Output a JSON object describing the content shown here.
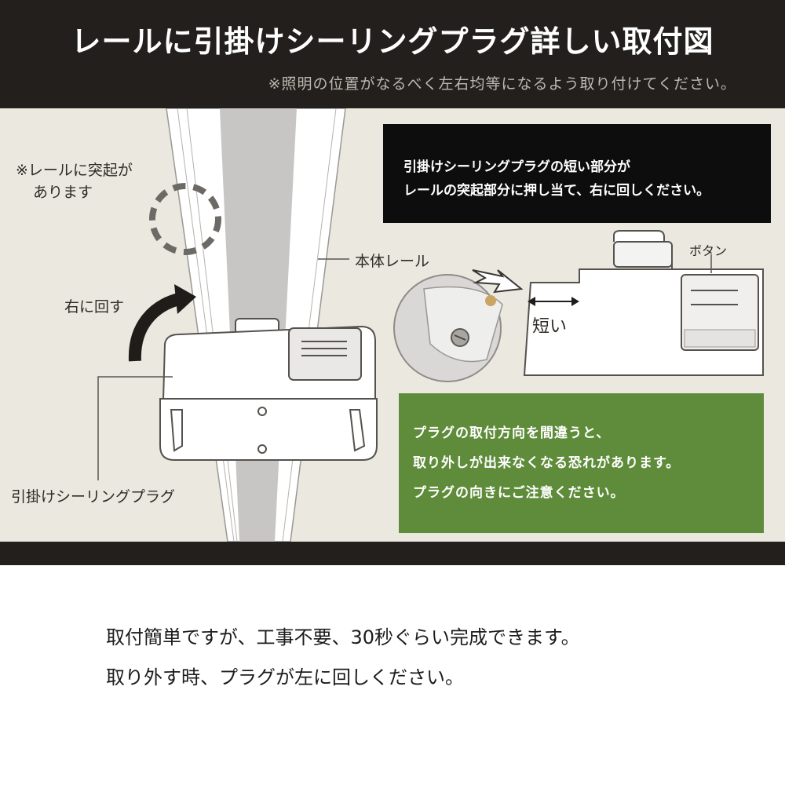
{
  "header": {
    "title": "レールに引掛けシーリングプラグ詳しい取付図",
    "note": "※照明の位置がなるべく左右均等になるよう取り付けてください。"
  },
  "diagram": {
    "protrusion_note": [
      "※レールに突起が",
      "あります"
    ],
    "rail_label": "本体レール",
    "rotate_label": "右に回す",
    "plug_label": "引掛けシーリングプラグ",
    "button_label": "ボタン",
    "short_label": "短い"
  },
  "instruction_box": {
    "lines": [
      "引掛けシーリングプラグの短い部分が",
      "レールの突起部分に押し当て、右に回しください。"
    ]
  },
  "warning_box": {
    "lines": [
      "プラグの取付方向を間違うと、",
      "取り外しが出来なくなる恐れがあります。",
      "プラグの向きにご注意ください。"
    ],
    "color": "#5f8c3a"
  },
  "description": {
    "lines": [
      "取付簡単ですが、工事不要、30秒ぐらい完成できます。",
      "取り外す時、プラグが左に回しください。"
    ]
  }
}
